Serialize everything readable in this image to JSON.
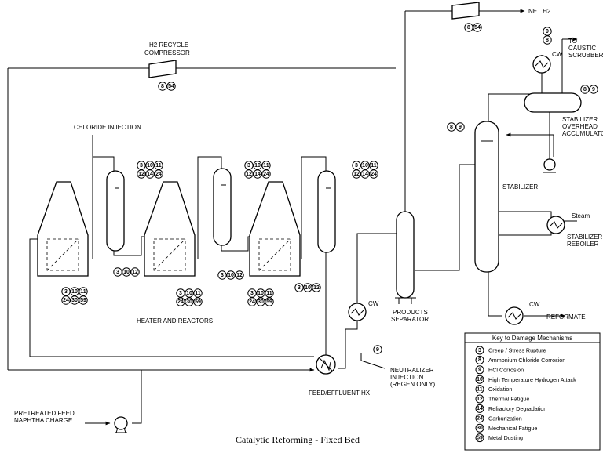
{
  "caption": "Catalytic Reforming - Fixed Bed",
  "labels": {
    "h2_recycle": "H2 RECYCLE",
    "compressor": "COMPRESSOR",
    "chloride_injection": "CHLORIDE INJECTION",
    "heater_reactors": "HEATER AND REACTORS",
    "net_h2": "NET H2",
    "to": "TO",
    "caustic": "CAUSTIC",
    "scrubber": "SCRUBBER",
    "cw1": "CW",
    "cw2": "CW",
    "cw3": "CW",
    "stab_overhead": "STABILIZER",
    "overhead": "OVERHEAD",
    "accumulator": "ACCUMULATOR",
    "stabilizer": "STABILIZER",
    "steam": "Steam",
    "stab_reboiler": "STABILIZER",
    "reboiler": "REBOILER",
    "products": "PRODUCTS",
    "separator": "SEPARATOR",
    "reformate": "REFORMATE",
    "neutralizer": "NEUTRALIZER",
    "injection": "INJECTION",
    "regen_only": "(REGEN ONLY)",
    "feed_effluent": "FEED/EFFLUENT HX",
    "pretreated_feed": "PRETREATED FEED",
    "naphtha_charge": "NAPHTHA CHARGE"
  },
  "markers": {
    "compressor_recycle": [
      "8",
      "54"
    ],
    "compressor_net": [
      "8",
      "54"
    ],
    "condenser_top": [
      "9",
      "8"
    ],
    "accumulator": [
      "8",
      "9"
    ],
    "stabilizer": [
      "8",
      "9"
    ],
    "reactor1": [
      "3",
      "10",
      "11",
      "12",
      "14",
      "24"
    ],
    "reactor2": [
      "3",
      "10",
      "11",
      "12",
      "14",
      "24"
    ],
    "reactor3": [
      "3",
      "10",
      "11",
      "12",
      "14",
      "24"
    ],
    "line_r1": [
      "3",
      "10",
      "12"
    ],
    "line_r2": [
      "3",
      "10",
      "12"
    ],
    "line_r3": [
      "3",
      "10",
      "12"
    ],
    "heater1": [
      "3",
      "10",
      "11",
      "24",
      "30",
      "59"
    ],
    "heater2": [
      "3",
      "10",
      "11",
      "24",
      "30",
      "59"
    ],
    "heater3": [
      "3",
      "10",
      "11",
      "24",
      "30",
      "59"
    ],
    "neutralizer": [
      "9"
    ]
  },
  "key": {
    "title": "Key to Damage Mechanisms",
    "items": [
      {
        "num": "3",
        "text": "Creep / Stress Rupture"
      },
      {
        "num": "8",
        "text": "Ammonium Chloride Corrosion"
      },
      {
        "num": "9",
        "text": "HCl Corrosion"
      },
      {
        "num": "10",
        "text": "High Temperature Hydrogen Attack"
      },
      {
        "num": "11",
        "text": "Oxidation"
      },
      {
        "num": "12",
        "text": "Thermal Fatigue"
      },
      {
        "num": "14",
        "text": "Refractory Degradation"
      },
      {
        "num": "24",
        "text": "Carburization"
      },
      {
        "num": "30",
        "text": "Mechanical Fatigue"
      },
      {
        "num": "59",
        "text": "Metal Dusting"
      }
    ]
  }
}
